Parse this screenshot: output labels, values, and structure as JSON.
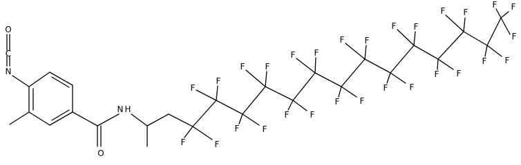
{
  "molecule": {
    "atom_labels": {
      "carbonyl_o": "O",
      "amide_n": "N",
      "amide_h": "H",
      "isocyanate_o": "O",
      "isocyanate_c": "C",
      "isocyanate_n": "N",
      "fluorine": "F"
    }
  }
}
